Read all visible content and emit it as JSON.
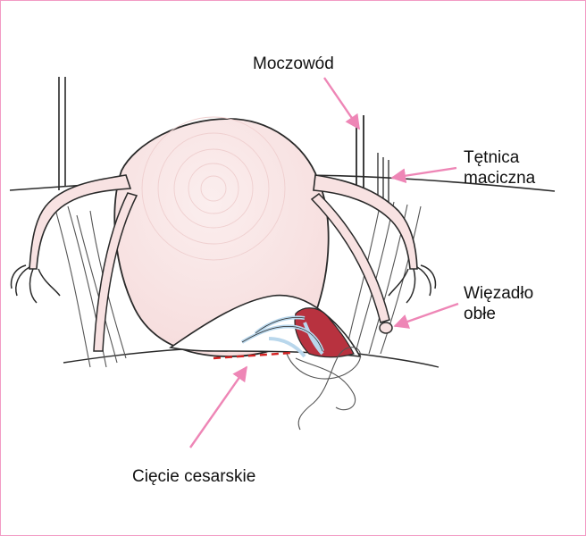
{
  "labels": {
    "ureter": "Moczowód",
    "uterine_artery_line1": "Tętnica",
    "uterine_artery_line2": "maciczna",
    "round_ligament_line1": "Więzadło",
    "round_ligament_line2": "obłe",
    "cesarean_incision": "Cięcie cesarskie"
  },
  "colors": {
    "frame": "#f29bc4",
    "pointer": "#ee86b6",
    "uterus_fill": "#f8e2e2",
    "outline": "#2a2a2a",
    "vessel_red": "#b8323f",
    "vessel_blue": "#b9d7ec",
    "incision_line": "#d32020",
    "label_text": "#111111"
  }
}
